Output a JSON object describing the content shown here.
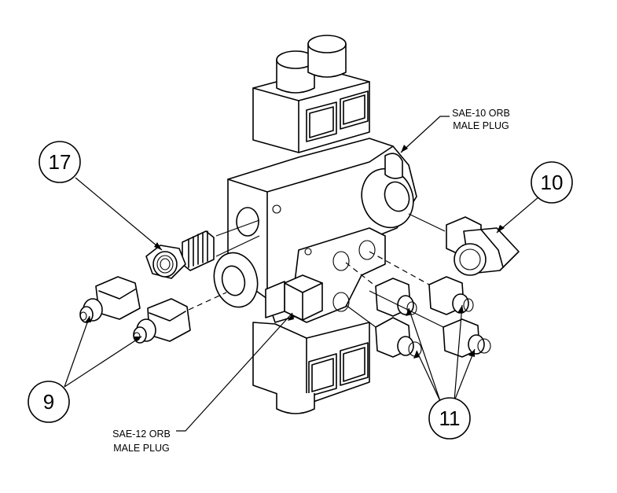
{
  "callouts": {
    "c17": "17",
    "c10": "10",
    "c9": "9",
    "c11": "11"
  },
  "notes": {
    "sae10_line1": "SAE-10 ORB",
    "sae10_line2": "MALE PLUG",
    "sae12_line1": "SAE-12 ORB",
    "sae12_line2": "MALE PLUG"
  }
}
